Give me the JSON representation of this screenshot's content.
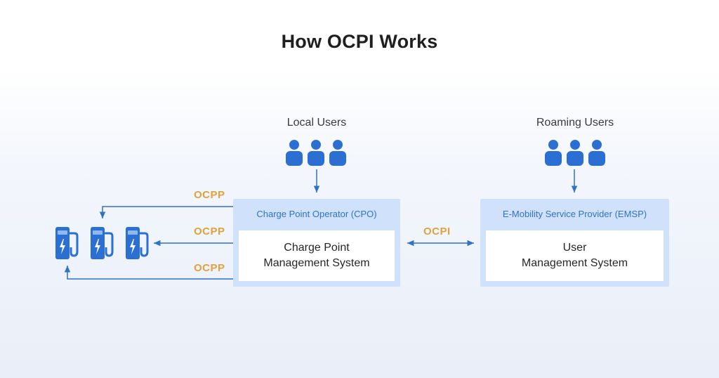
{
  "title": "How OCPI Works",
  "local_users": {
    "label": "Local Users",
    "icon": "users-icon"
  },
  "roaming_users": {
    "label": "Roaming Users",
    "icon": "users-icon"
  },
  "cpo": {
    "header": "Charge Point Operator (CPO)",
    "line1": "Charge Point",
    "line2": "Management System"
  },
  "emsp": {
    "header": "E-Mobility Service Provider (EMSP)",
    "line1": "User",
    "line2": "Management System"
  },
  "protocols": {
    "ocpp_top": "OCPP",
    "ocpp_middle": "OCPP",
    "ocpp_bottom": "OCPP",
    "ocpi": "OCPI"
  },
  "chargers": [
    {
      "icon": "ev-charger-icon"
    },
    {
      "icon": "ev-charger-icon"
    },
    {
      "icon": "ev-charger-icon"
    }
  ],
  "colors": {
    "accent_blue": "#2f72c8",
    "box_fill": "#cfe1fb",
    "protocol_orange": "#e0a23c",
    "icon_blue": "#2a6fd1"
  }
}
